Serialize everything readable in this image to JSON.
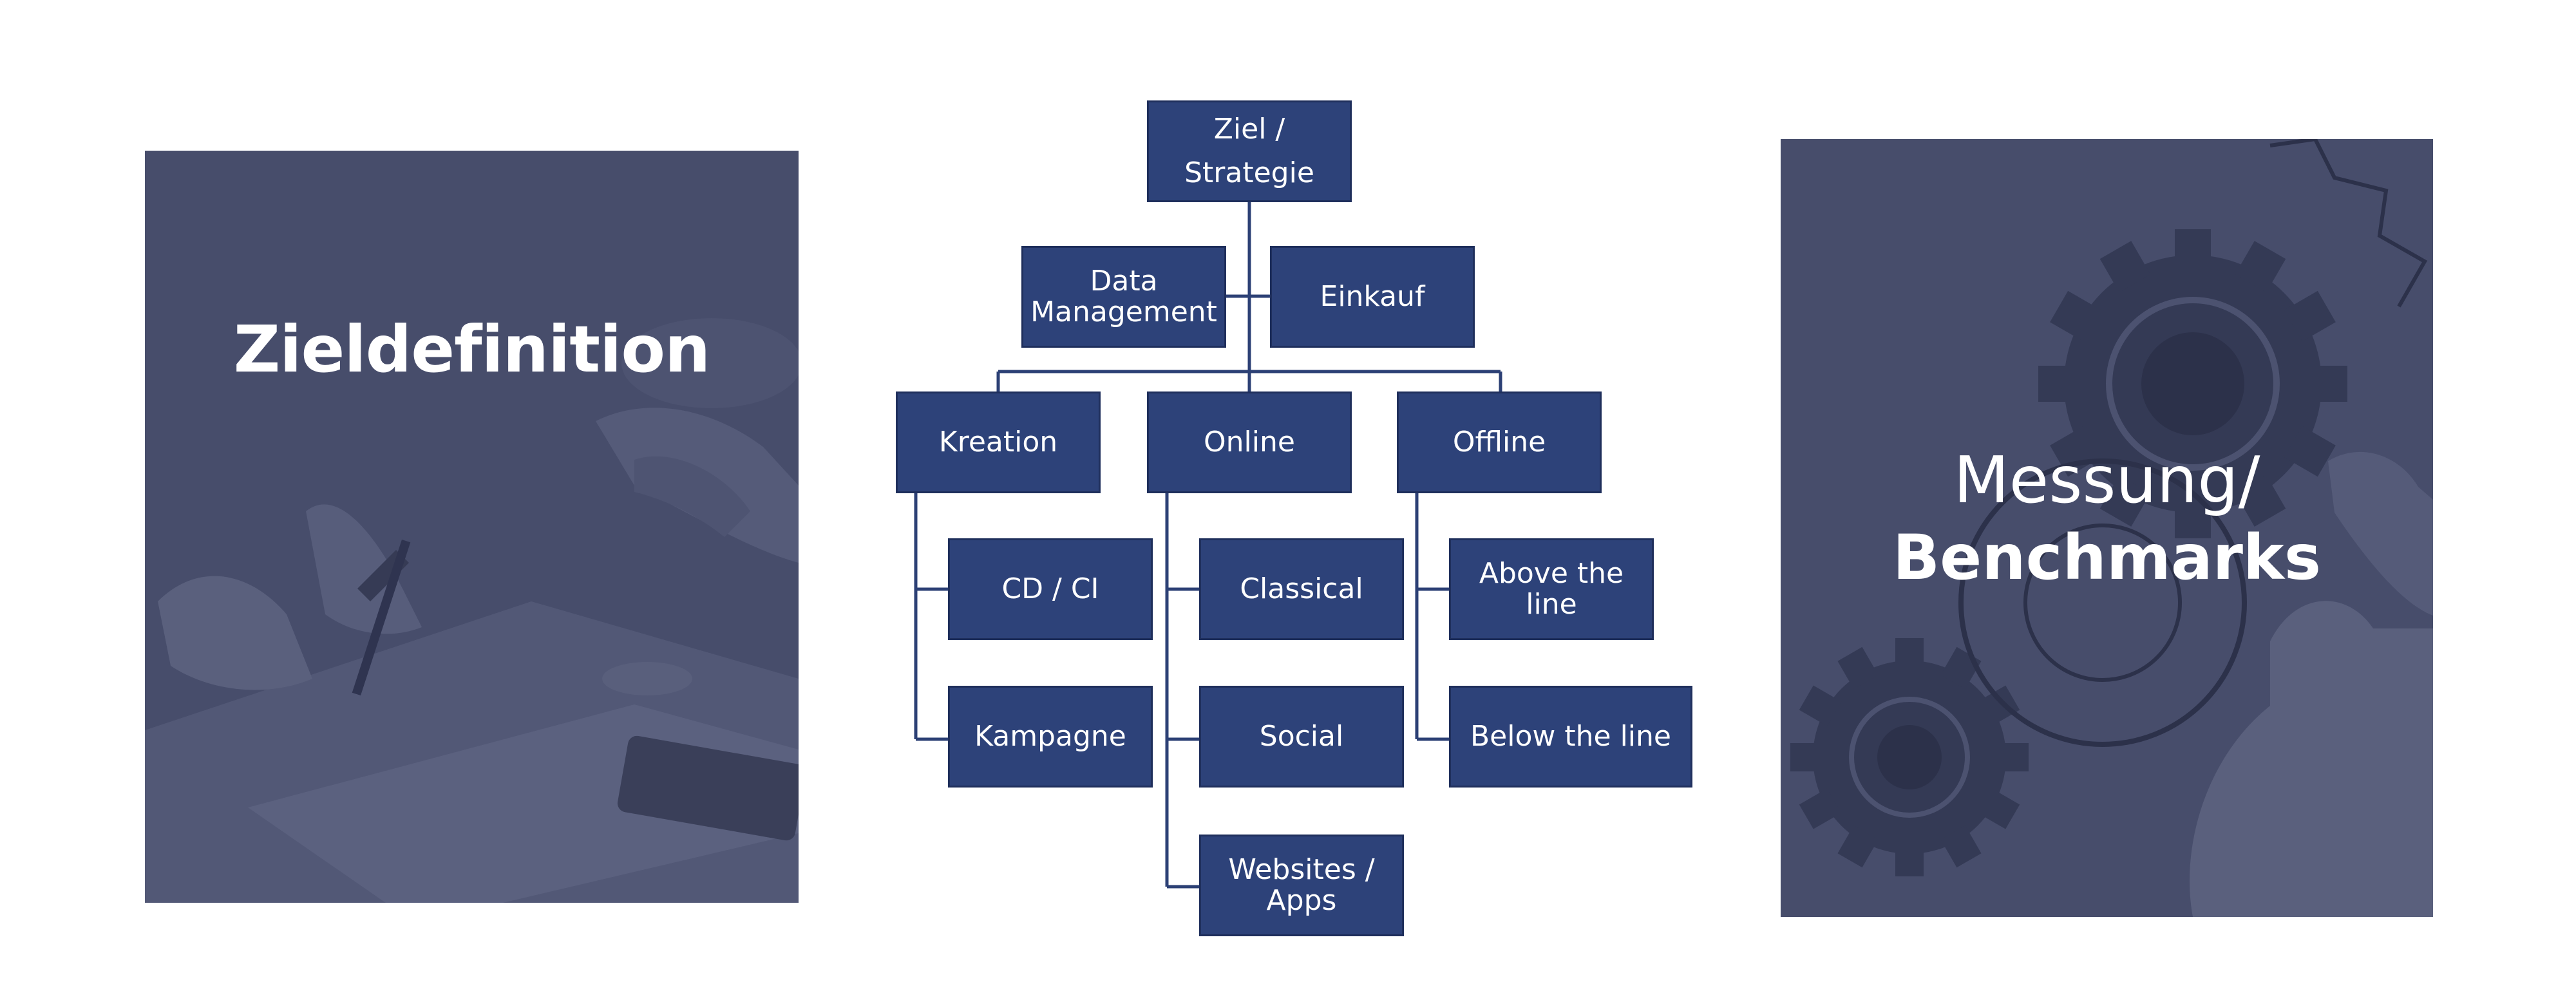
{
  "left_panel": {
    "title": "Zieldefinition"
  },
  "right_panel": {
    "title_line1": "Messung/",
    "title_line2": "Benchmarks"
  },
  "org_chart": {
    "root": "Ziel / Strategie",
    "support": [
      "Data Management",
      "Einkauf"
    ],
    "branches": [
      {
        "label": "Kreation",
        "children": [
          "CD / CI",
          "Kampagne"
        ]
      },
      {
        "label": "Online",
        "children": [
          "Classical",
          "Social",
          "Websites / Apps"
        ]
      },
      {
        "label": "Offline",
        "children": [
          "Above the line",
          "Below the line"
        ]
      }
    ]
  },
  "colors": {
    "box_fill": "#2d4279",
    "connector": "#2c4075",
    "panel_tint": "#474d6b",
    "text": "#ffffff"
  }
}
